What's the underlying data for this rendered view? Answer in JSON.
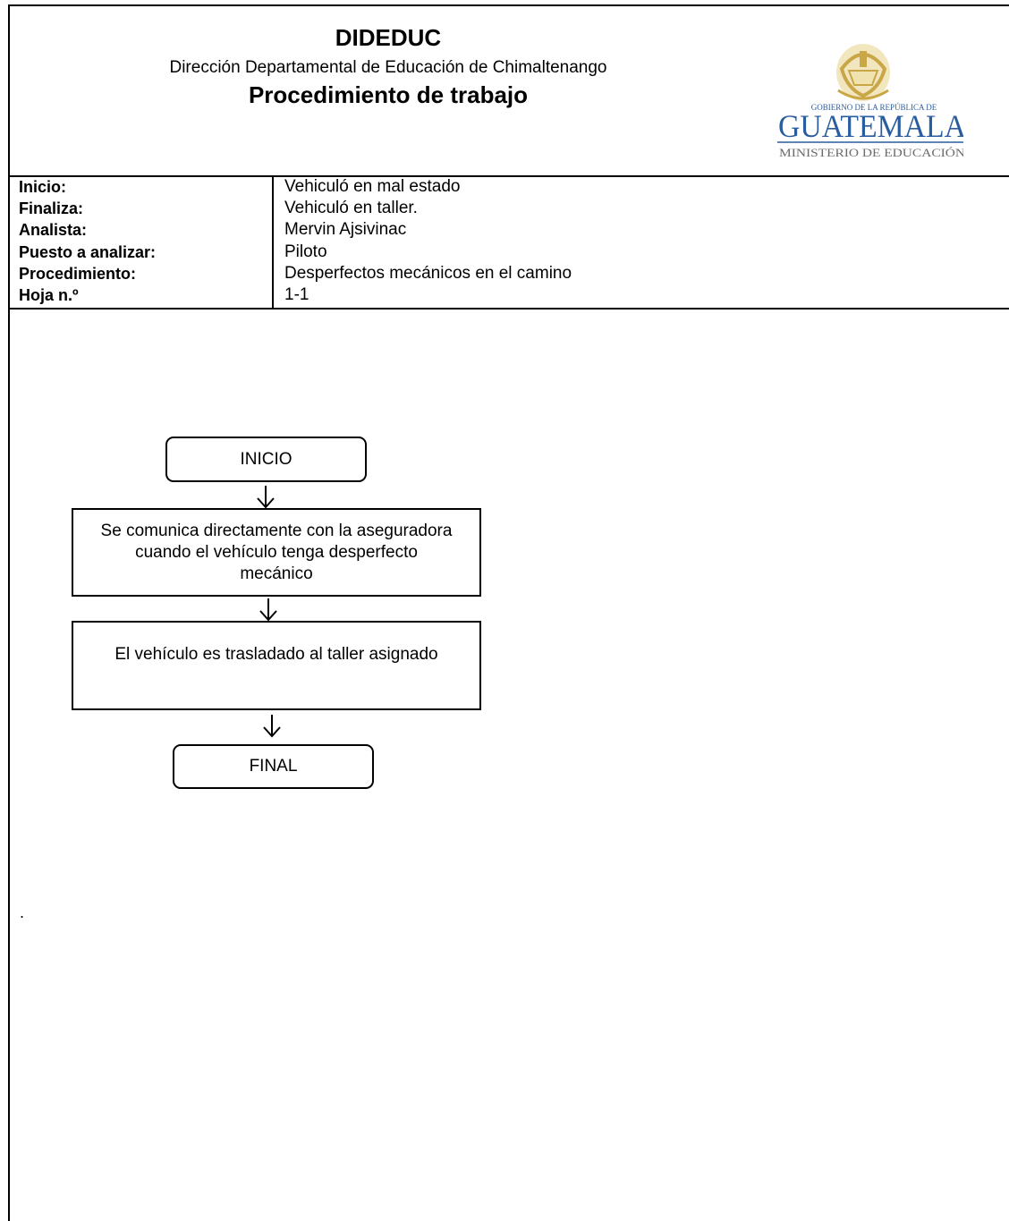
{
  "header": {
    "org_title": "DIDEDUC",
    "org_subtitle": "Dirección Departamental de Educación de Chimaltenango",
    "doc_title": "Procedimiento de trabajo",
    "logo": {
      "top_text": "GOBIERNO DE LA REPÚBLICA DE",
      "country": "GUATEMALA",
      "ministry": "MINISTERIO DE EDUCACIÓN",
      "colors": {
        "gold": "#c9a646",
        "blue": "#2a5d9f",
        "grey": "#6b6b6b"
      }
    }
  },
  "meta": [
    {
      "label": "Inicio:",
      "value": "Vehiculó en mal estado"
    },
    {
      "label": "Finaliza:",
      "value": "Vehiculó en taller."
    },
    {
      "label": "Analista:",
      "value": "Mervin Ajsivinac"
    },
    {
      "label": "Puesto a analizar:",
      "value": "Piloto"
    },
    {
      "label": "Procedimiento:",
      "value": "Desperfectos mecánicos en el camino"
    },
    {
      "label": "Hoja n.º",
      "value": "1-1"
    }
  ],
  "flowchart": {
    "start": "INICIO",
    "steps": [
      "Se comunica directamente con la aseguradora cuando el vehículo tenga desperfecto mecánico",
      "El vehículo es trasladado al taller asignado"
    ],
    "end": "FINAL"
  },
  "footnote": "."
}
